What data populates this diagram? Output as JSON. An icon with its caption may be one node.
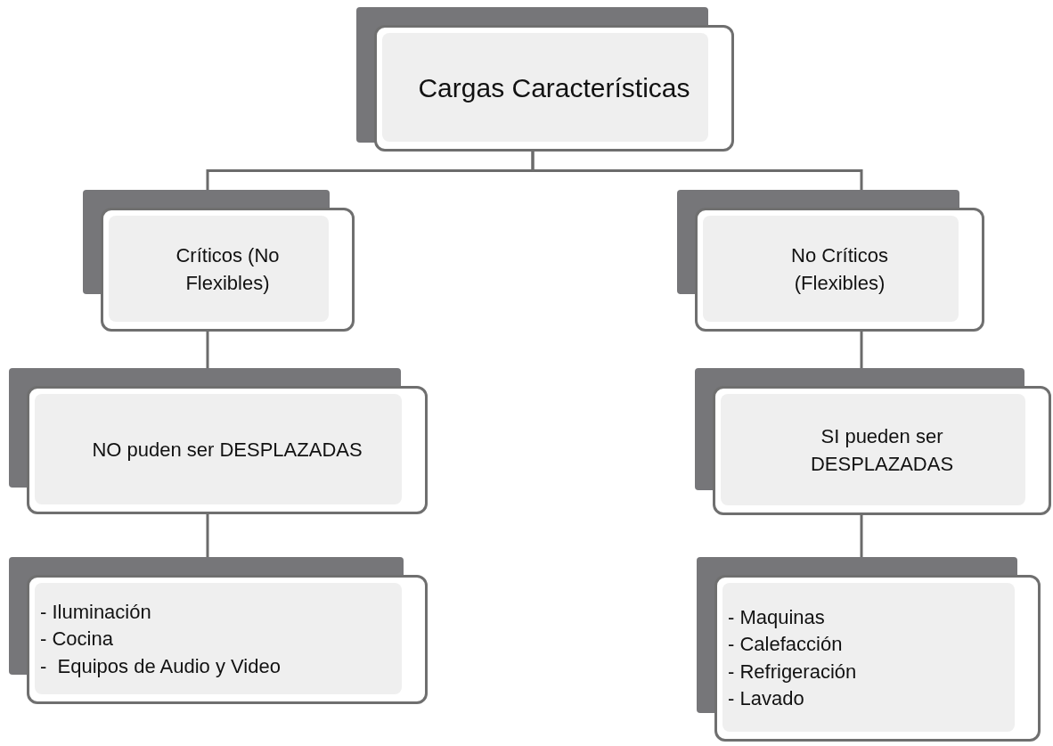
{
  "diagram": {
    "nodes": [
      {
        "text": [
          "Cargas Características"
        ]
      },
      {
        "text": [
          "Críticos (No Flexibles)"
        ]
      },
      {
        "text": [
          "No Críticos (Flexibles)"
        ]
      },
      {
        "text": [
          "NO puden ser DESPLAZADAS"
        ]
      },
      {
        "text": [
          "SI pueden ser DESPLAZADAS"
        ]
      },
      {
        "text": [
          "- Iluminación",
          "- Cocina",
          "-  Equipos de Audio y Video"
        ]
      },
      {
        "text": [
          "- Maquinas",
          "- Calefacción",
          "- Refrigeración",
          "- Lavado"
        ]
      }
    ],
    "edges": [
      {
        "from": 0,
        "to": 1,
        "arrow": "none"
      },
      {
        "from": 0,
        "to": 2,
        "arrow": "none"
      },
      {
        "from": 1,
        "to": 3,
        "arrow": "none"
      },
      {
        "from": 2,
        "to": 4,
        "arrow": "none"
      },
      {
        "from": 3,
        "to": 5,
        "arrow": "none"
      },
      {
        "from": 4,
        "to": 6,
        "arrow": "none"
      }
    ]
  }
}
